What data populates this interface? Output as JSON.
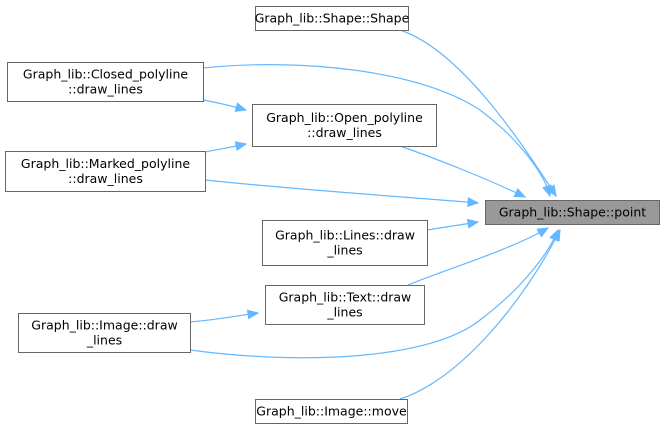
{
  "graph": {
    "target": {
      "id": "point",
      "lines": [
        "Graph_lib::Shape::point"
      ]
    },
    "callers": [
      {
        "id": "shape_shape",
        "lines": [
          "Graph_lib::Shape::Shape"
        ]
      },
      {
        "id": "closed_polyline",
        "lines": [
          "Graph_lib::Closed_polyline",
          "::draw_lines"
        ]
      },
      {
        "id": "open_polyline",
        "lines": [
          "Graph_lib::Open_polyline",
          "::draw_lines"
        ]
      },
      {
        "id": "marked_polyline",
        "lines": [
          "Graph_lib::Marked_polyline",
          "::draw_lines"
        ]
      },
      {
        "id": "lines_draw",
        "lines": [
          "Graph_lib::Lines::draw",
          "_lines"
        ]
      },
      {
        "id": "text_draw",
        "lines": [
          "Graph_lib::Text::draw",
          "_lines"
        ]
      },
      {
        "id": "image_draw",
        "lines": [
          "Graph_lib::Image::draw",
          "_lines"
        ]
      },
      {
        "id": "image_move",
        "lines": [
          "Graph_lib::Image::move"
        ]
      }
    ],
    "edges": [
      {
        "from": "shape_shape",
        "to": "point"
      },
      {
        "from": "closed_polyline",
        "to": "point"
      },
      {
        "from": "closed_polyline",
        "to": "open_polyline"
      },
      {
        "from": "open_polyline",
        "to": "point"
      },
      {
        "from": "marked_polyline",
        "to": "open_polyline"
      },
      {
        "from": "marked_polyline",
        "to": "point"
      },
      {
        "from": "lines_draw",
        "to": "point"
      },
      {
        "from": "text_draw",
        "to": "point"
      },
      {
        "from": "image_draw",
        "to": "text_draw"
      },
      {
        "from": "image_draw",
        "to": "point"
      },
      {
        "from": "image_move",
        "to": "point"
      }
    ],
    "colors": {
      "edge": "#63b8ff",
      "node_border": "#666666",
      "node_fill": "#ffffff",
      "target_fill": "#999999"
    }
  }
}
